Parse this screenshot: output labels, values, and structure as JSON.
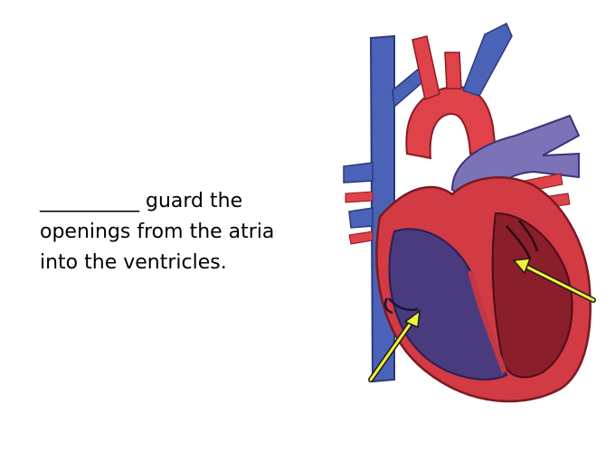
{
  "slide": {
    "question_lines": [
      "__________ guard the",
      "openings from the atria",
      "into the ventricles."
    ]
  },
  "illustration": {
    "subject": "heart-cross-section",
    "colors": {
      "oxygenated": "#e0424a",
      "deoxygenated": "#4a5fb0",
      "chamber_left": "#8b1e2b",
      "chamber_right": "#3e2f6f",
      "arrow": "#f2f03a"
    }
  }
}
